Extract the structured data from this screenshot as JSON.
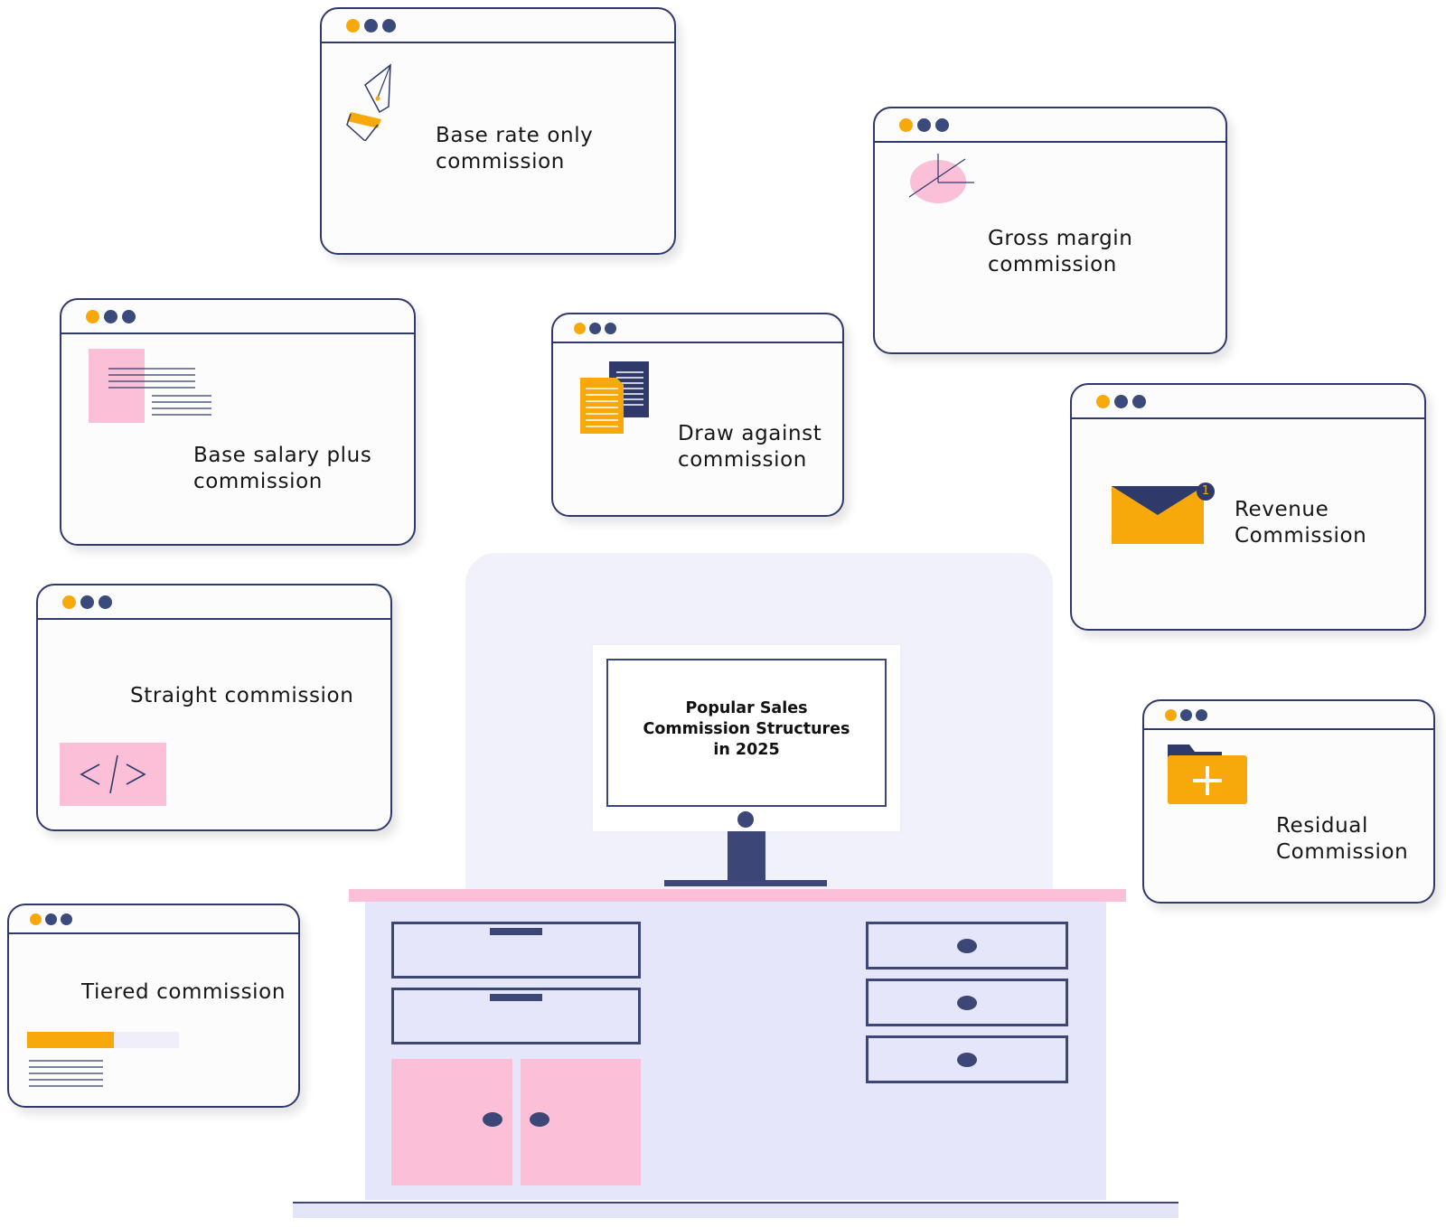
{
  "cards": {
    "base_rate": "Base rate only\ncommission",
    "gross_margin": "Gross margin\ncommission",
    "base_salary": "Base salary plus\ncommission",
    "draw": "Draw against\ncommission",
    "revenue": "Revenue\nCommission",
    "straight": "Straight commission",
    "residual": "Residual\nCommission",
    "tiered": "Tiered commission"
  },
  "monitor": {
    "title": "Popular Sales\nCommission Structures\nin 2025"
  },
  "badges": {
    "mail_count": "1"
  },
  "colors": {
    "navy": "#2f3a6b",
    "orange": "#f7a90c",
    "pink": "#fbbfd8",
    "lavender": "#e6e6fb"
  },
  "icons": {
    "base_rate": "pen-nib-icon",
    "gross_margin": "pie-chart-icon",
    "base_salary": "text-document-icon",
    "draw": "documents-icon",
    "revenue": "envelope-icon",
    "straight": "code-icon",
    "residual": "folder-plus-icon",
    "tiered": "progress-bar-icon"
  }
}
